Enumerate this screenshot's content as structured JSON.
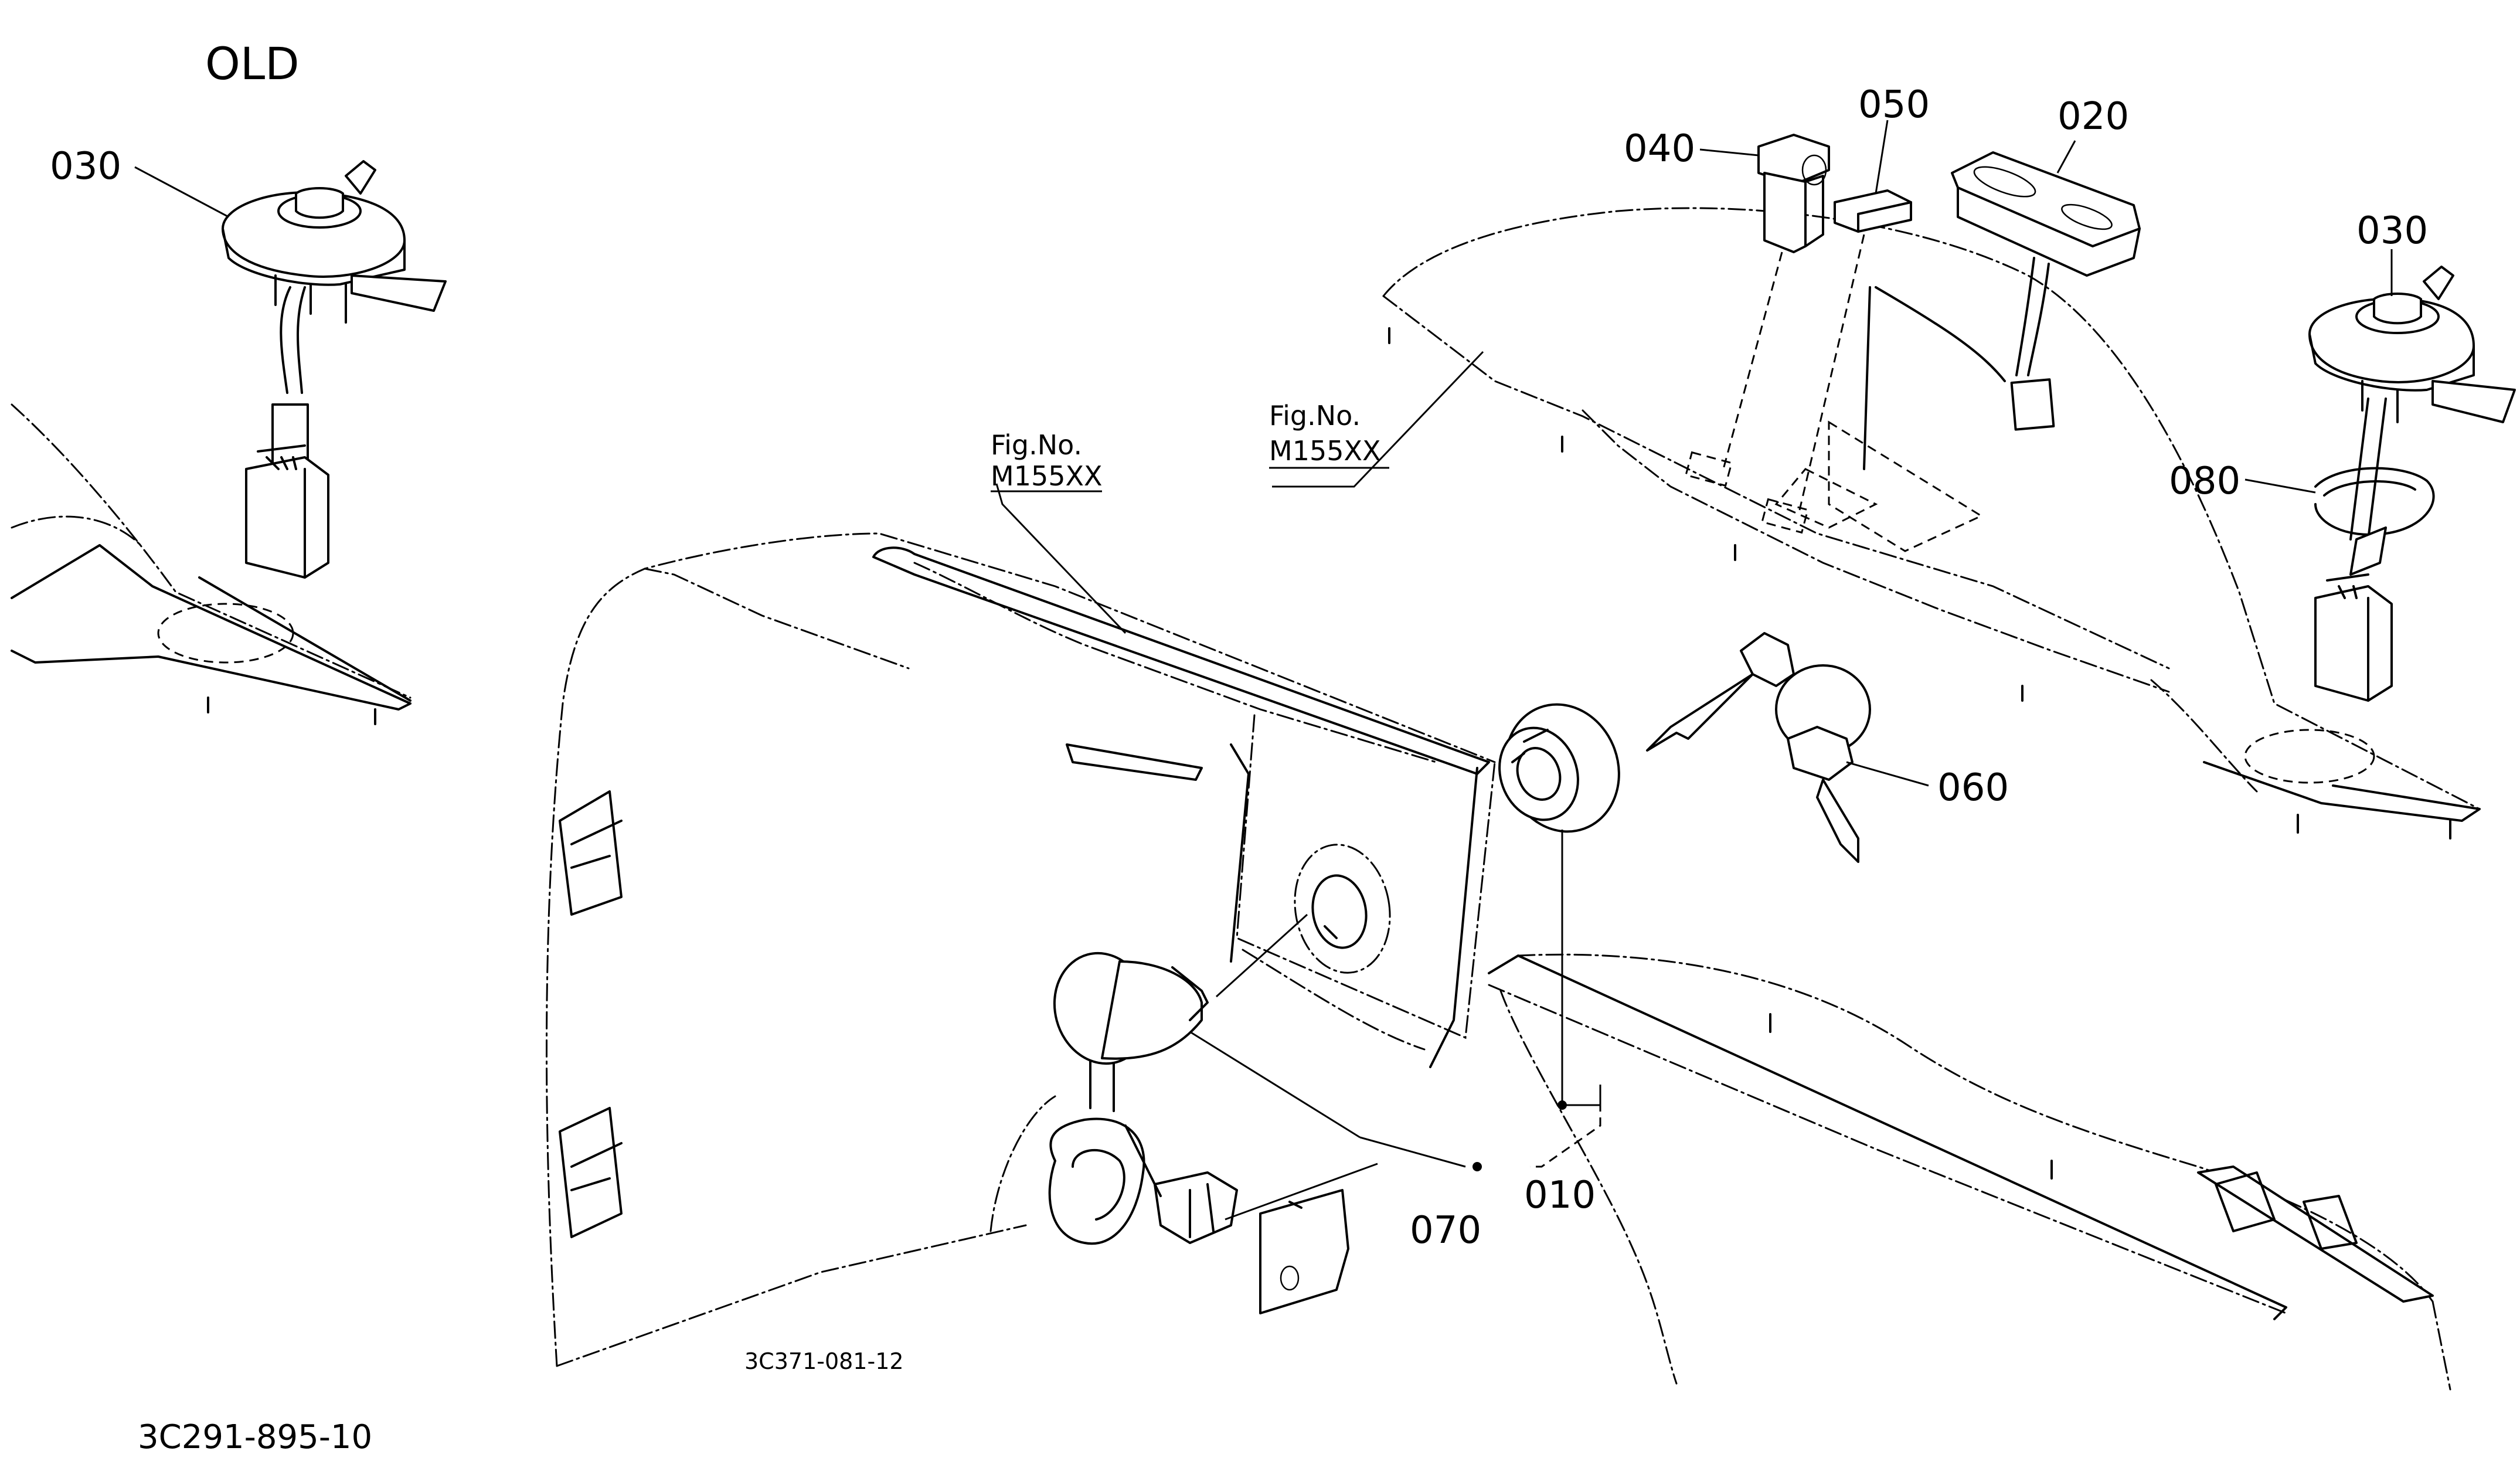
{
  "title": "OLD",
  "figure_refs": [
    {
      "line1": "Fig.No.",
      "line2": "M155XX"
    },
    {
      "line1": "Fig.No.",
      "line2": "M155XX"
    }
  ],
  "parts": {
    "p010": "010",
    "p020": "020",
    "p030_left": "030",
    "p030_right": "030",
    "p040": "040",
    "p050": "050",
    "p060": "060",
    "p070": "070",
    "p080": "080"
  },
  "drawing_no": "3C371-081-12",
  "sheet_no": "3C291-895-10",
  "colors": {
    "ink": "#000000",
    "paper": "#ffffff"
  }
}
